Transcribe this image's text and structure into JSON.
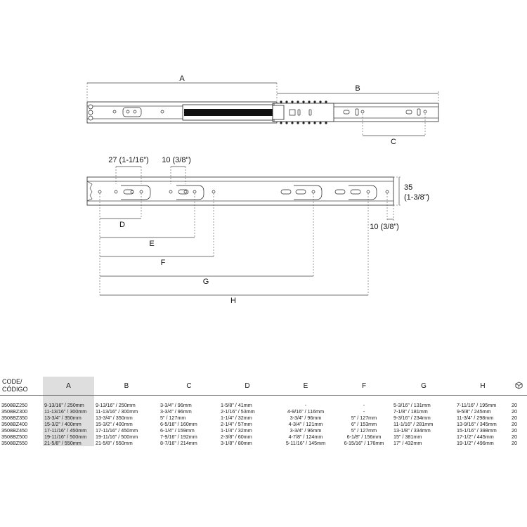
{
  "dimensions": {
    "a": "A",
    "b": "B",
    "c": "C",
    "pitch_top": "27 (1-1/16”)",
    "slot_top": "10 (3/8”)",
    "height_value": "35",
    "height_imperial": "(1-3/8”)",
    "end_offset": "10 (3/8”)",
    "d": "D",
    "e": "E",
    "f": "F",
    "g": "G",
    "h": "H"
  },
  "table": {
    "code_header_line1": "CODE/",
    "code_header_line2": "CÓDIGO",
    "col_headers": [
      "A",
      "B",
      "C",
      "D",
      "E",
      "F",
      "G",
      "H"
    ],
    "box_icon": "box-icon",
    "rows": [
      [
        "3508BZ250",
        "9-13/16” / 250mm",
        "9-13/16” / 250mm",
        "3-3/4” / 96mm",
        "1-5/8” / 41mm",
        "-",
        "-",
        "5-3/16” / 131mm",
        "7-11/16” / 195mm",
        "20"
      ],
      [
        "3508BZ300",
        "11-13/16” / 300mm",
        "11-13/16” / 300mm",
        "3-3/4” / 96mm",
        "2-1/16” / 53mm",
        "4-9/16” / 116mm",
        "-",
        "7-1/8” / 181mm",
        "9-5/8” / 245mm",
        "20"
      ],
      [
        "3508BZ350",
        "13-3/4” / 350mm",
        "13-3/4” / 350mm",
        "5” / 127mm",
        "1-1/4” / 32mm",
        "3-3/4” / 96mm",
        "5” / 127mm",
        "9-3/16” / 234mm",
        "11-3/4” / 298mm",
        "20"
      ],
      [
        "3508BZ400",
        "15-3/2” / 400mm",
        "15-3/2” / 400mm",
        "6-5/16” / 160mm",
        "2-1/4” / 57mm",
        "4-3/4” / 121mm",
        "6” / 153mm",
        "11-1/16” / 281mm",
        "13-9/16” / 345mm",
        "20"
      ],
      [
        "3508BZ450",
        "17-11/16” / 450mm",
        "17-11/16” / 450mm",
        "6-1/4” / 159mm",
        "1-1/4” / 32mm",
        "3-3/4” / 96mm",
        "5” / 127mm",
        "13-1/8” / 334mm",
        "15-1/16” / 398mm",
        "20"
      ],
      [
        "3508BZ500",
        "19-11/16” / 500mm",
        "19-11/16” / 500mm",
        "7-9/16” / 192mm",
        "2-3/8” / 60mm",
        "4-7/8” / 124mm",
        "6-1/8” / 156mm",
        "15” / 381mm",
        "17-1/2” / 445mm",
        "20"
      ],
      [
        "3508BZ550",
        "21-5/8” / 550mm",
        "21-5/8” / 550mm",
        "8-7/16” / 214mm",
        "3-1/8” / 80mm",
        "5-11/16” / 145mm",
        "6-15/16” / 176mm",
        "17” / 432mm",
        "19-1/2” / 496mm",
        "20"
      ]
    ]
  }
}
